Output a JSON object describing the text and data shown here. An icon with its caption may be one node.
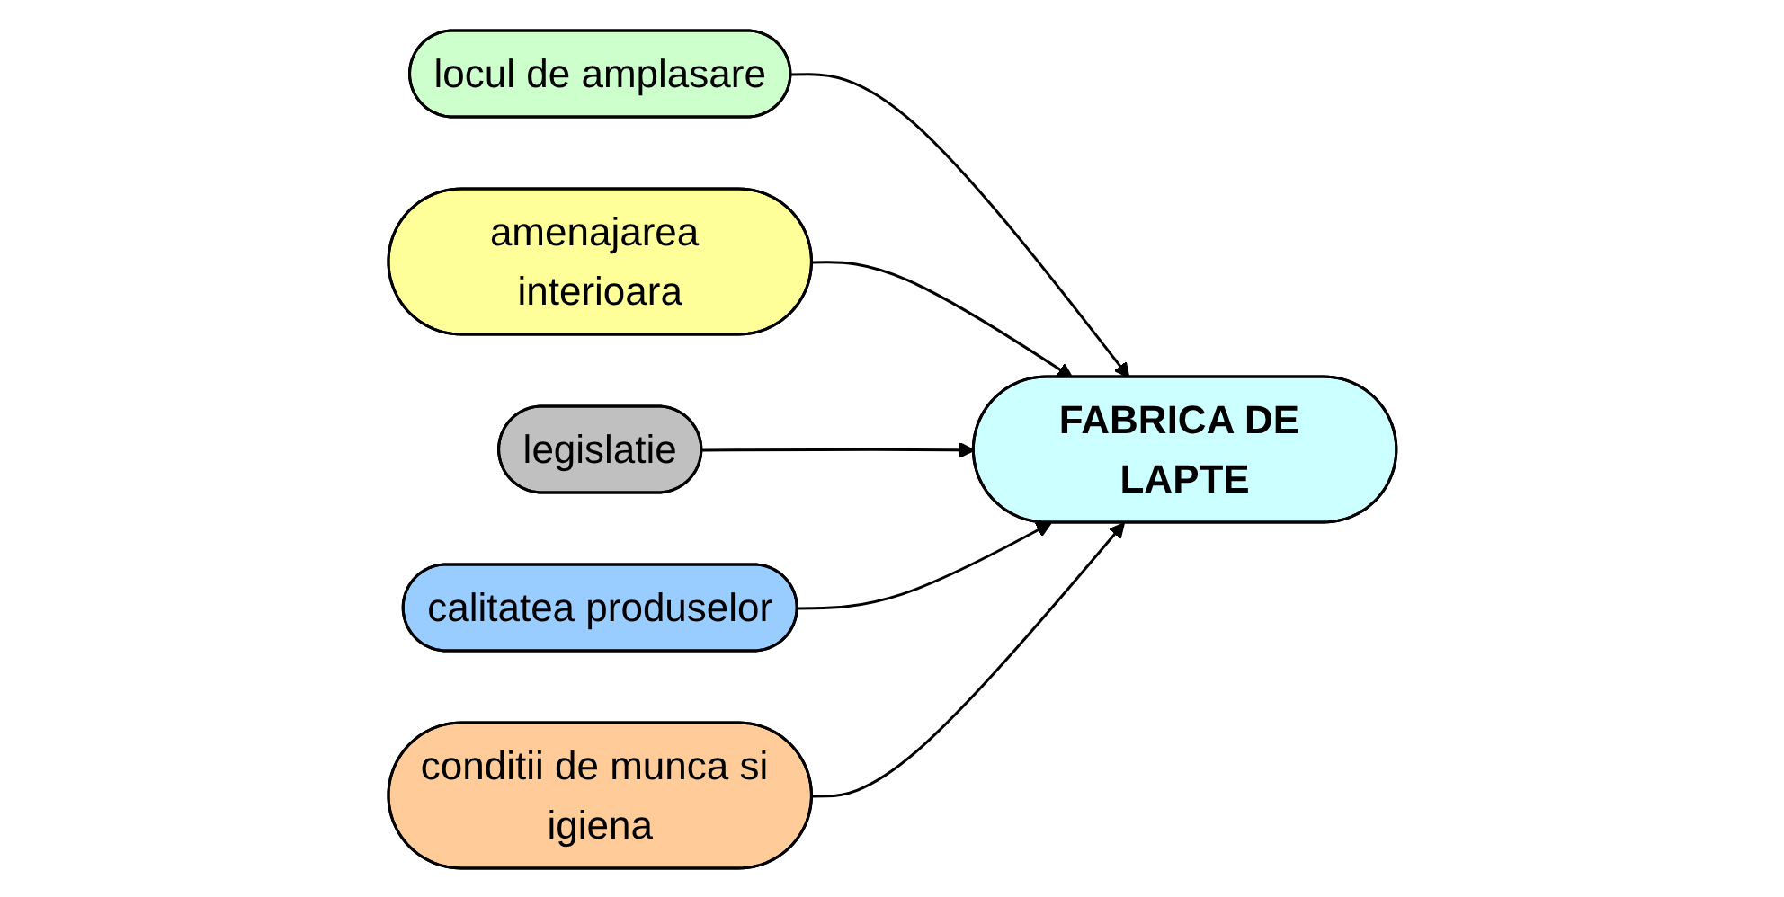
{
  "diagram": {
    "nodes": [
      {
        "text": [
          "locul de amplasare"
        ]
      },
      {
        "text": [
          "amenajarea interioara"
        ]
      },
      {
        "text": [
          "legislatie"
        ]
      },
      {
        "text": [
          "FABRICA DE LAPTE"
        ]
      },
      {
        "text": [
          "calitatea produselor"
        ]
      },
      {
        "text": [
          "conditii de munca si igiena"
        ]
      }
    ],
    "edges": [
      {
        "from": 0,
        "to": 3,
        "arrow": "to"
      },
      {
        "from": 1,
        "to": 3,
        "arrow": "to"
      },
      {
        "from": 2,
        "to": 3,
        "arrow": "to"
      },
      {
        "from": 4,
        "to": 3,
        "arrow": "to"
      },
      {
        "from": 5,
        "to": 3,
        "arrow": "to"
      }
    ]
  }
}
